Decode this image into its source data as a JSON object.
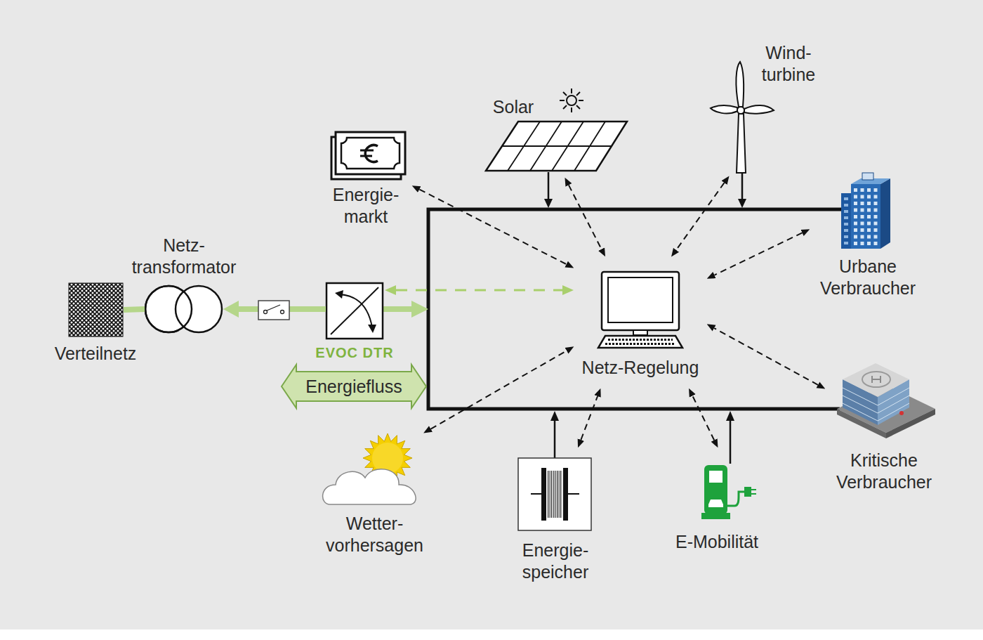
{
  "diagram": {
    "nodes": [
      {
        "text": [
          "Wind- turbine"
        ]
      },
      {
        "text": [
          "Solar"
        ]
      },
      {
        "text": [
          "Energie- markt"
        ]
      },
      {
        "text": [
          "Netz- transformator"
        ]
      },
      {
        "text": [
          "Urbane Verbraucher"
        ]
      },
      {
        "text": [
          "Netz-Regelung"
        ]
      },
      {
        "text": [
          "Verteilnetz"
        ]
      },
      {
        "text": [
          "EVOC DTR"
        ]
      },
      {
        "text": [
          "Energiefluss"
        ]
      },
      {
        "text": [
          "Kritische Verbraucher"
        ]
      },
      {
        "text": [
          "Wetter- vorhersagen"
        ]
      },
      {
        "text": [
          "E-Mobilität"
        ]
      },
      {
        "text": [
          "Energie- speicher"
        ]
      }
    ],
    "edges": [
      {
        "from": 2,
        "to": 5,
        "arrow": "both"
      },
      {
        "from": 1,
        "to": 5,
        "arrow": "both"
      },
      {
        "from": 0,
        "to": 5,
        "arrow": "both"
      },
      {
        "from": 4,
        "to": 5,
        "arrow": "both"
      },
      {
        "from": 7,
        "to": 5,
        "arrow": "both"
      },
      {
        "from": 9,
        "to": 5,
        "arrow": "both"
      },
      {
        "from": 11,
        "to": 5,
        "arrow": "both"
      },
      {
        "from": 12,
        "to": 5,
        "arrow": "both"
      },
      {
        "from": 10,
        "to": 5,
        "arrow": "both"
      },
      {
        "from": 7,
        "to": 3,
        "arrow": "to"
      },
      {
        "from": 3,
        "to": 6,
        "arrow": "none"
      }
    ]
  }
}
